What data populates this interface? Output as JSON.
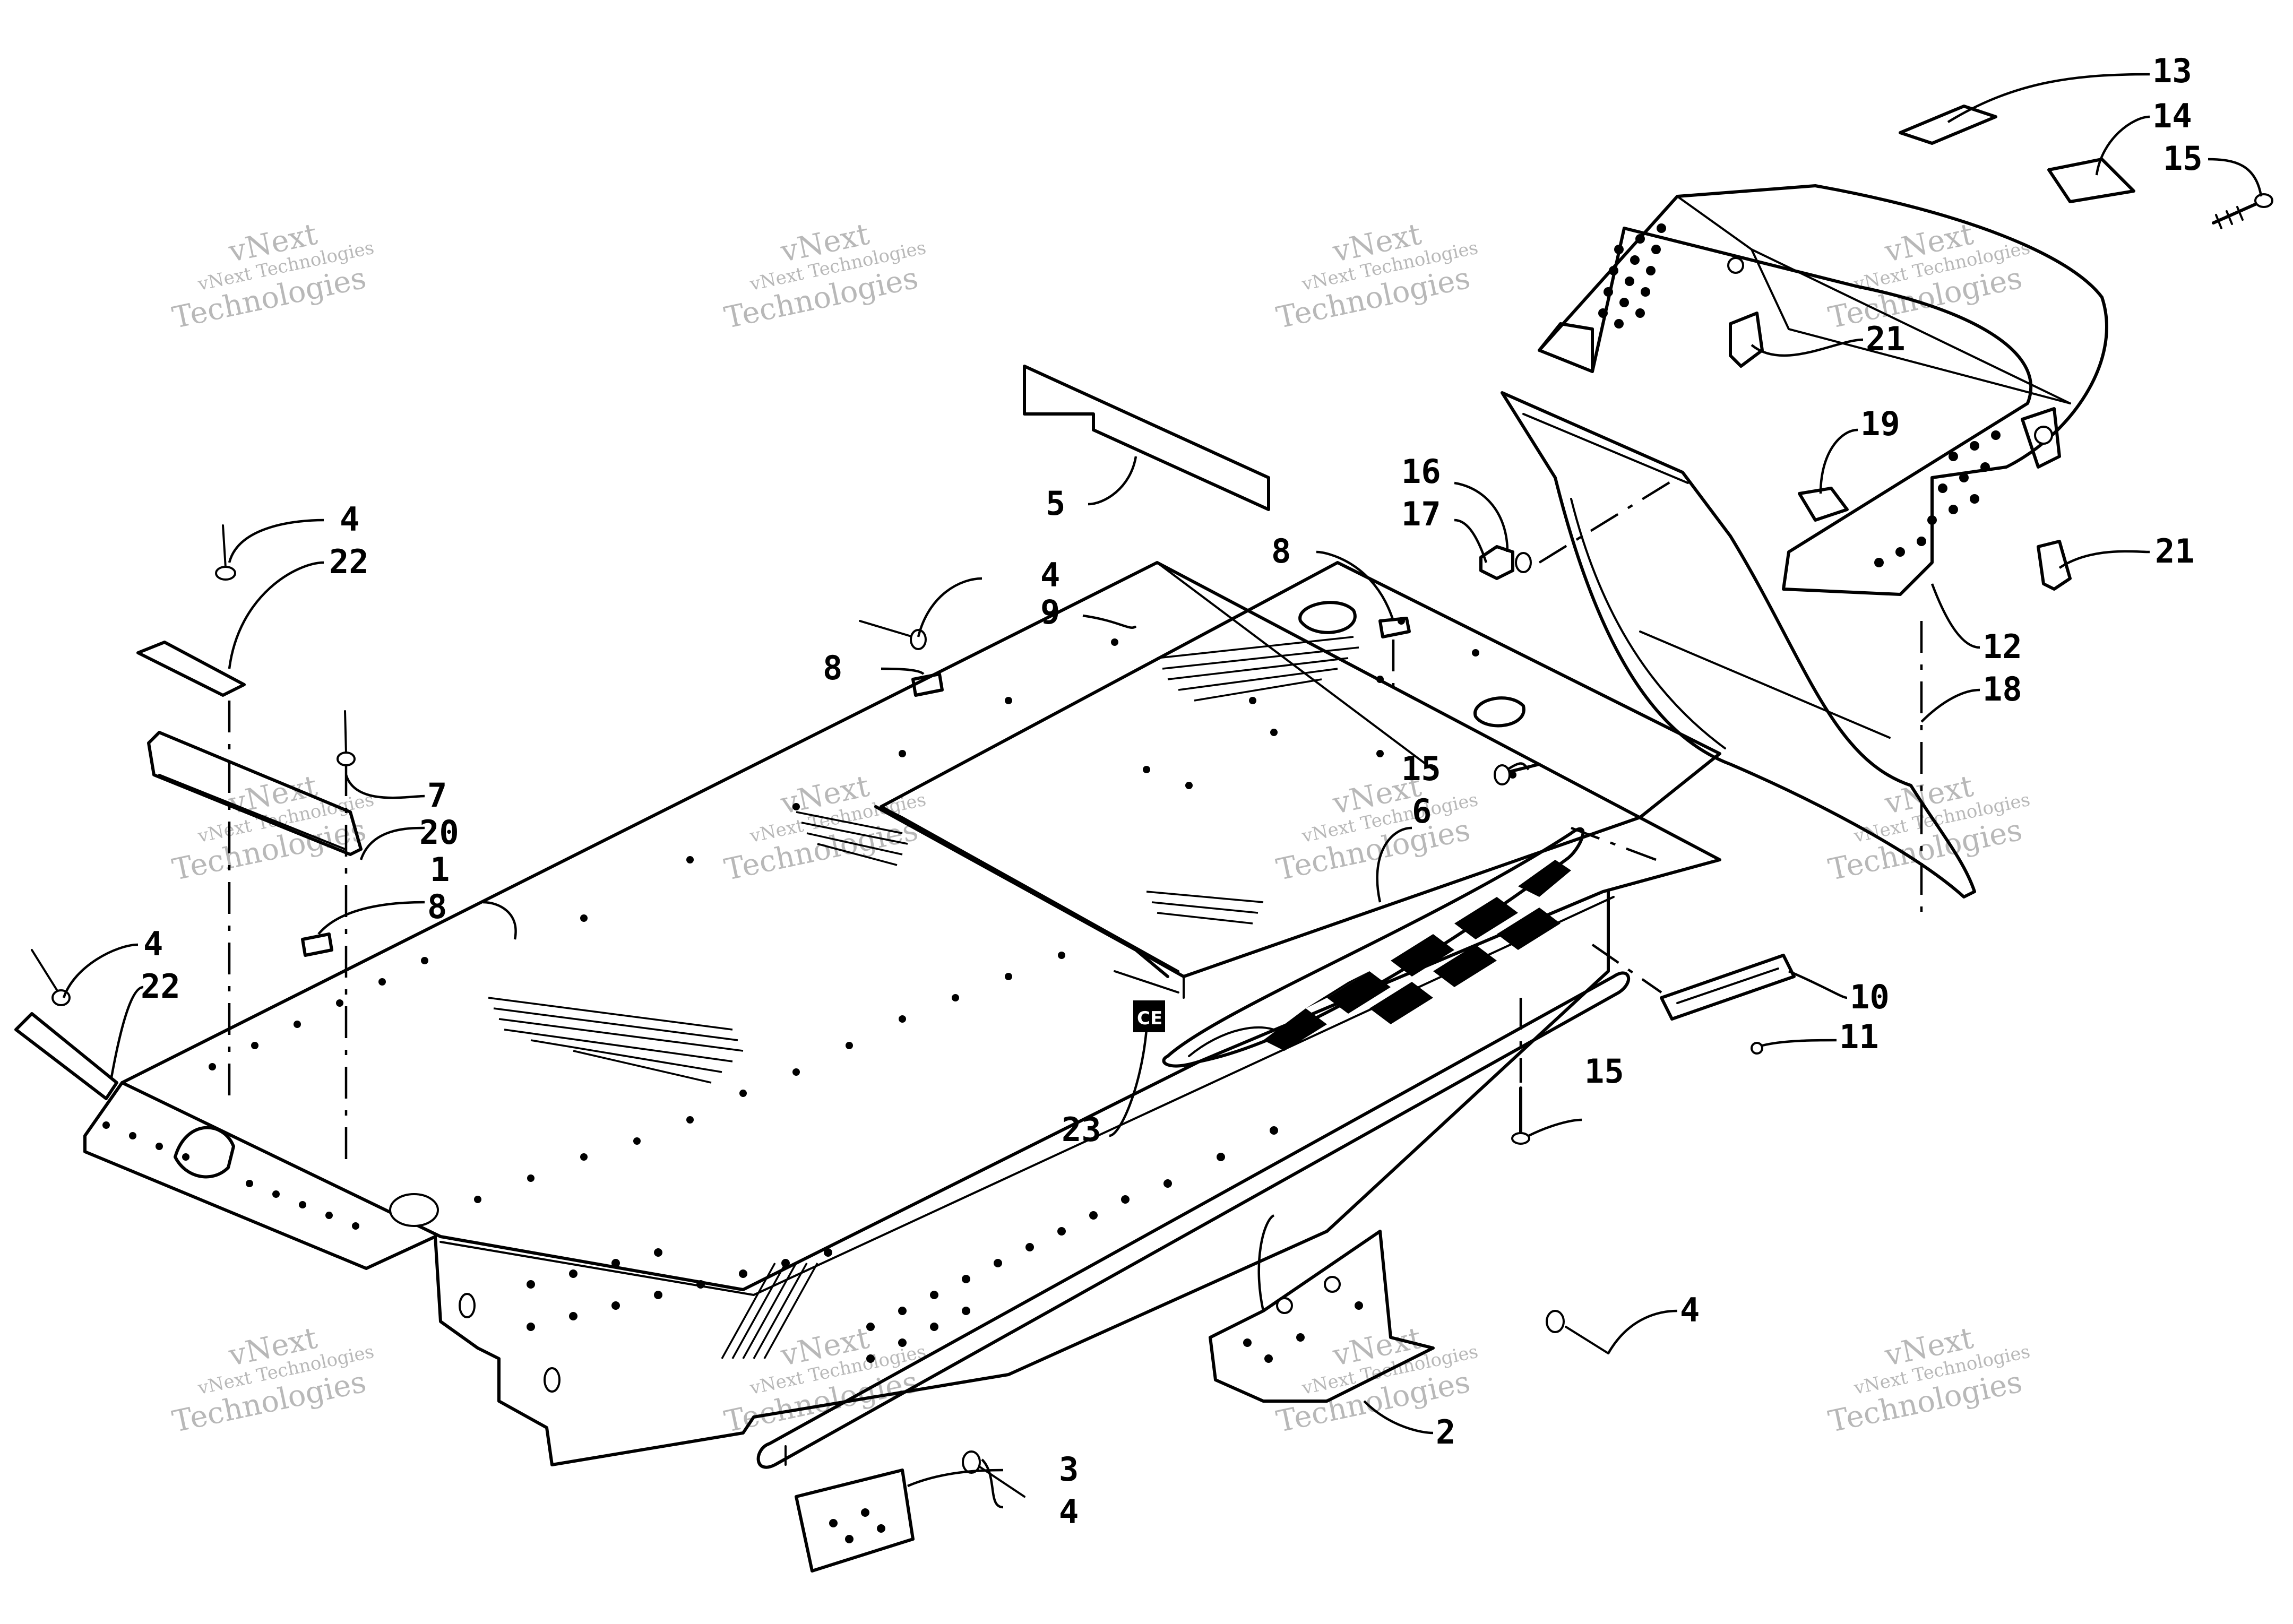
{
  "diagram": {
    "watermark": {
      "line1": "vNext",
      "line2": "Technologies",
      "full": "vNext Technologies"
    },
    "callouts": [
      {
        "id": "c13",
        "label": "13"
      },
      {
        "id": "c14",
        "label": "14"
      },
      {
        "id": "c15a",
        "label": "15"
      },
      {
        "id": "c21a",
        "label": "21"
      },
      {
        "id": "c19",
        "label": "19"
      },
      {
        "id": "c16",
        "label": "16"
      },
      {
        "id": "c17",
        "label": "17"
      },
      {
        "id": "c21b",
        "label": "21"
      },
      {
        "id": "c12",
        "label": "12"
      },
      {
        "id": "c18",
        "label": "18"
      },
      {
        "id": "c5",
        "label": "5"
      },
      {
        "id": "c8a",
        "label": "8"
      },
      {
        "id": "c4a",
        "label": "4"
      },
      {
        "id": "c9",
        "label": "9"
      },
      {
        "id": "c8b",
        "label": "8"
      },
      {
        "id": "c4b",
        "label": "4"
      },
      {
        "id": "c22a",
        "label": "22"
      },
      {
        "id": "c7",
        "label": "7"
      },
      {
        "id": "c20",
        "label": "20"
      },
      {
        "id": "c1",
        "label": "1"
      },
      {
        "id": "c8c",
        "label": "8"
      },
      {
        "id": "c4c",
        "label": "4"
      },
      {
        "id": "c22b",
        "label": "22"
      },
      {
        "id": "c15b",
        "label": "15"
      },
      {
        "id": "c6",
        "label": "6"
      },
      {
        "id": "c10",
        "label": "10"
      },
      {
        "id": "c11",
        "label": "11"
      },
      {
        "id": "c15c",
        "label": "15"
      },
      {
        "id": "c23",
        "label": "23"
      },
      {
        "id": "c4d",
        "label": "4"
      },
      {
        "id": "c2",
        "label": "2"
      },
      {
        "id": "c3",
        "label": "3"
      },
      {
        "id": "c4e",
        "label": "4"
      }
    ],
    "ce_mark": "CE"
  }
}
